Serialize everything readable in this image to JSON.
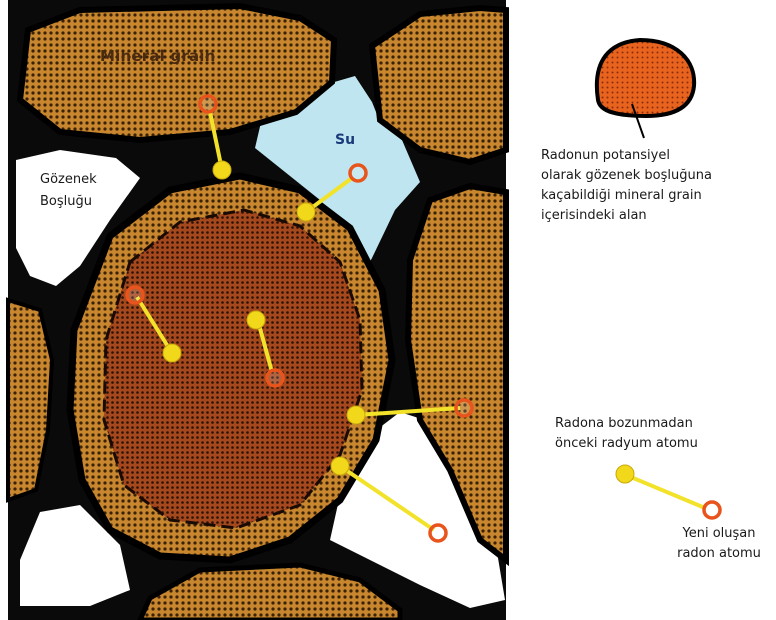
{
  "labels": {
    "mineral_grain": "Mineral grain",
    "water": "Su",
    "pore_space": [
      "Gözenek",
      "Boşluğu"
    ],
    "recoil_zone_legend": [
      "Radonun potansiyel",
      "olarak gözenek boşluğuna",
      "kaçabildiği mineral grain",
      "içerisindeki alan"
    ],
    "radium_legend": [
      "Radona bozunmadan",
      "önceki radyum atomu"
    ],
    "radon_legend": [
      "Yeni oluşan",
      "radon atomu"
    ]
  },
  "colors": {
    "grain_fill": "#c07a2c",
    "grain_dots": "#2a1a0a",
    "inner_zone": "#a8461c",
    "outline": "#000000",
    "water": "#bfe6f0",
    "pore": "#ffffff",
    "radium_atom": "#f2d81a",
    "radon_ring": "#e8541c",
    "arrow": "#f2e22a"
  }
}
